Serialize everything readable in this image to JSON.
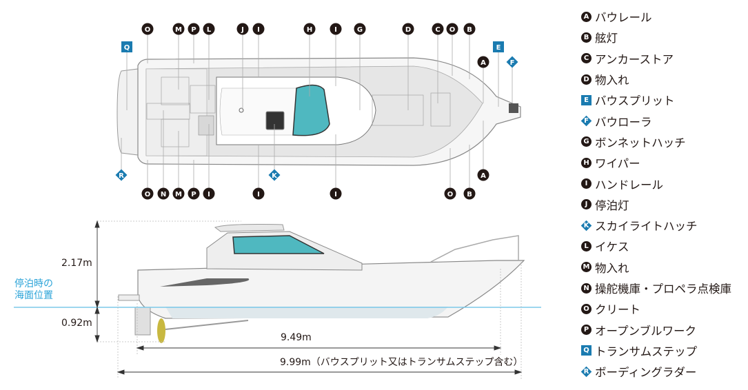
{
  "legend": [
    {
      "key": "A",
      "shape": "circle",
      "label": "バウレール"
    },
    {
      "key": "B",
      "shape": "circle",
      "label": "舷灯"
    },
    {
      "key": "C",
      "shape": "circle",
      "label": "アンカーストア"
    },
    {
      "key": "D",
      "shape": "circle",
      "label": "物入れ"
    },
    {
      "key": "E",
      "shape": "square",
      "label": "バウスプリット"
    },
    {
      "key": "F",
      "shape": "diamond",
      "label": "バウローラ"
    },
    {
      "key": "G",
      "shape": "circle",
      "label": "ボンネットハッチ"
    },
    {
      "key": "H",
      "shape": "circle",
      "label": "ワイパー"
    },
    {
      "key": "I",
      "shape": "circle",
      "label": "ハンドレール"
    },
    {
      "key": "J",
      "shape": "circle",
      "label": "停泊灯"
    },
    {
      "key": "K",
      "shape": "diamond",
      "label": "スカイライトハッチ"
    },
    {
      "key": "L",
      "shape": "circle",
      "label": "イケス"
    },
    {
      "key": "M",
      "shape": "circle",
      "label": "物入れ"
    },
    {
      "key": "N",
      "shape": "circle",
      "label": "操舵機庫・プロペラ点検庫"
    },
    {
      "key": "O",
      "shape": "circle",
      "label": "クリート"
    },
    {
      "key": "P",
      "shape": "circle",
      "label": "オープンブルワーク"
    },
    {
      "key": "Q",
      "shape": "square",
      "label": "トランサムステップ"
    },
    {
      "key": "R",
      "shape": "diamond",
      "label": "ボーディングラダー"
    }
  ],
  "top_markers_upper": [
    "O",
    "M",
    "P",
    "L",
    "J",
    "I",
    "H",
    "I",
    "G",
    "D",
    "C",
    "O",
    "B"
  ],
  "top_markers_lower": [
    "O",
    "N",
    "M",
    "P",
    "I",
    "I",
    "I",
    "O",
    "B"
  ],
  "side_view": {
    "waterline_label": [
      "停泊時の",
      "海面位置"
    ],
    "height_above": "2.17m",
    "draft": "0.92m",
    "hull_length": "9.49m",
    "overall_length": "9.99m（バウスプリット又はトランサムステップ含む）"
  },
  "colors": {
    "marker": "#231815",
    "accent": "#1a7bb0",
    "waterline": "#7cc8e8",
    "glass": "#4fb8c0"
  }
}
